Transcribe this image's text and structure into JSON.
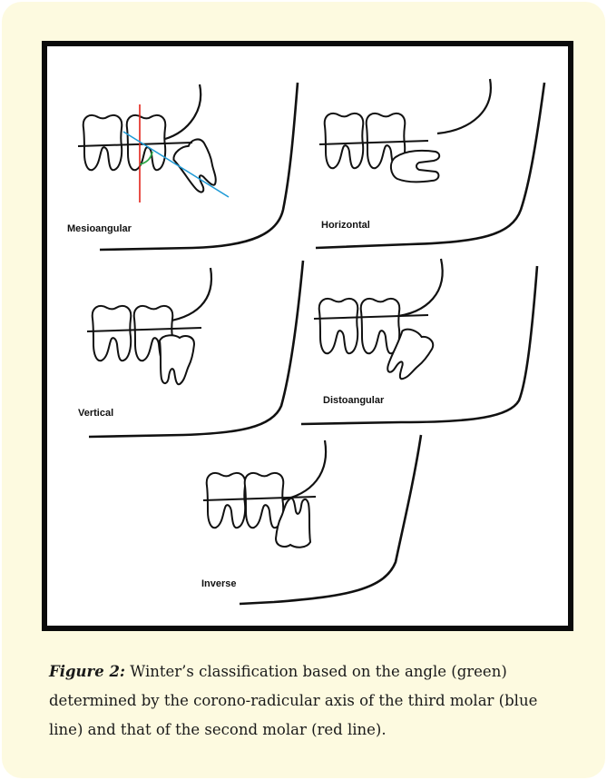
{
  "figure": {
    "panels": [
      {
        "label": "Mesioangular"
      },
      {
        "label": "Horizontal"
      },
      {
        "label": "Vertical"
      },
      {
        "label": "Distoangular"
      },
      {
        "label": "Inverse"
      }
    ],
    "colors": {
      "second_molar_axis": "#e2231a",
      "third_molar_axis": "#1e9ad6",
      "angle": "#2fa84a"
    }
  },
  "caption": {
    "label": "Figure 2:",
    "text": " Winter’s classification based on the angle (green) determined by the corono-radicular axis of the third molar (blue line) and that of the second molar (red line)."
  }
}
